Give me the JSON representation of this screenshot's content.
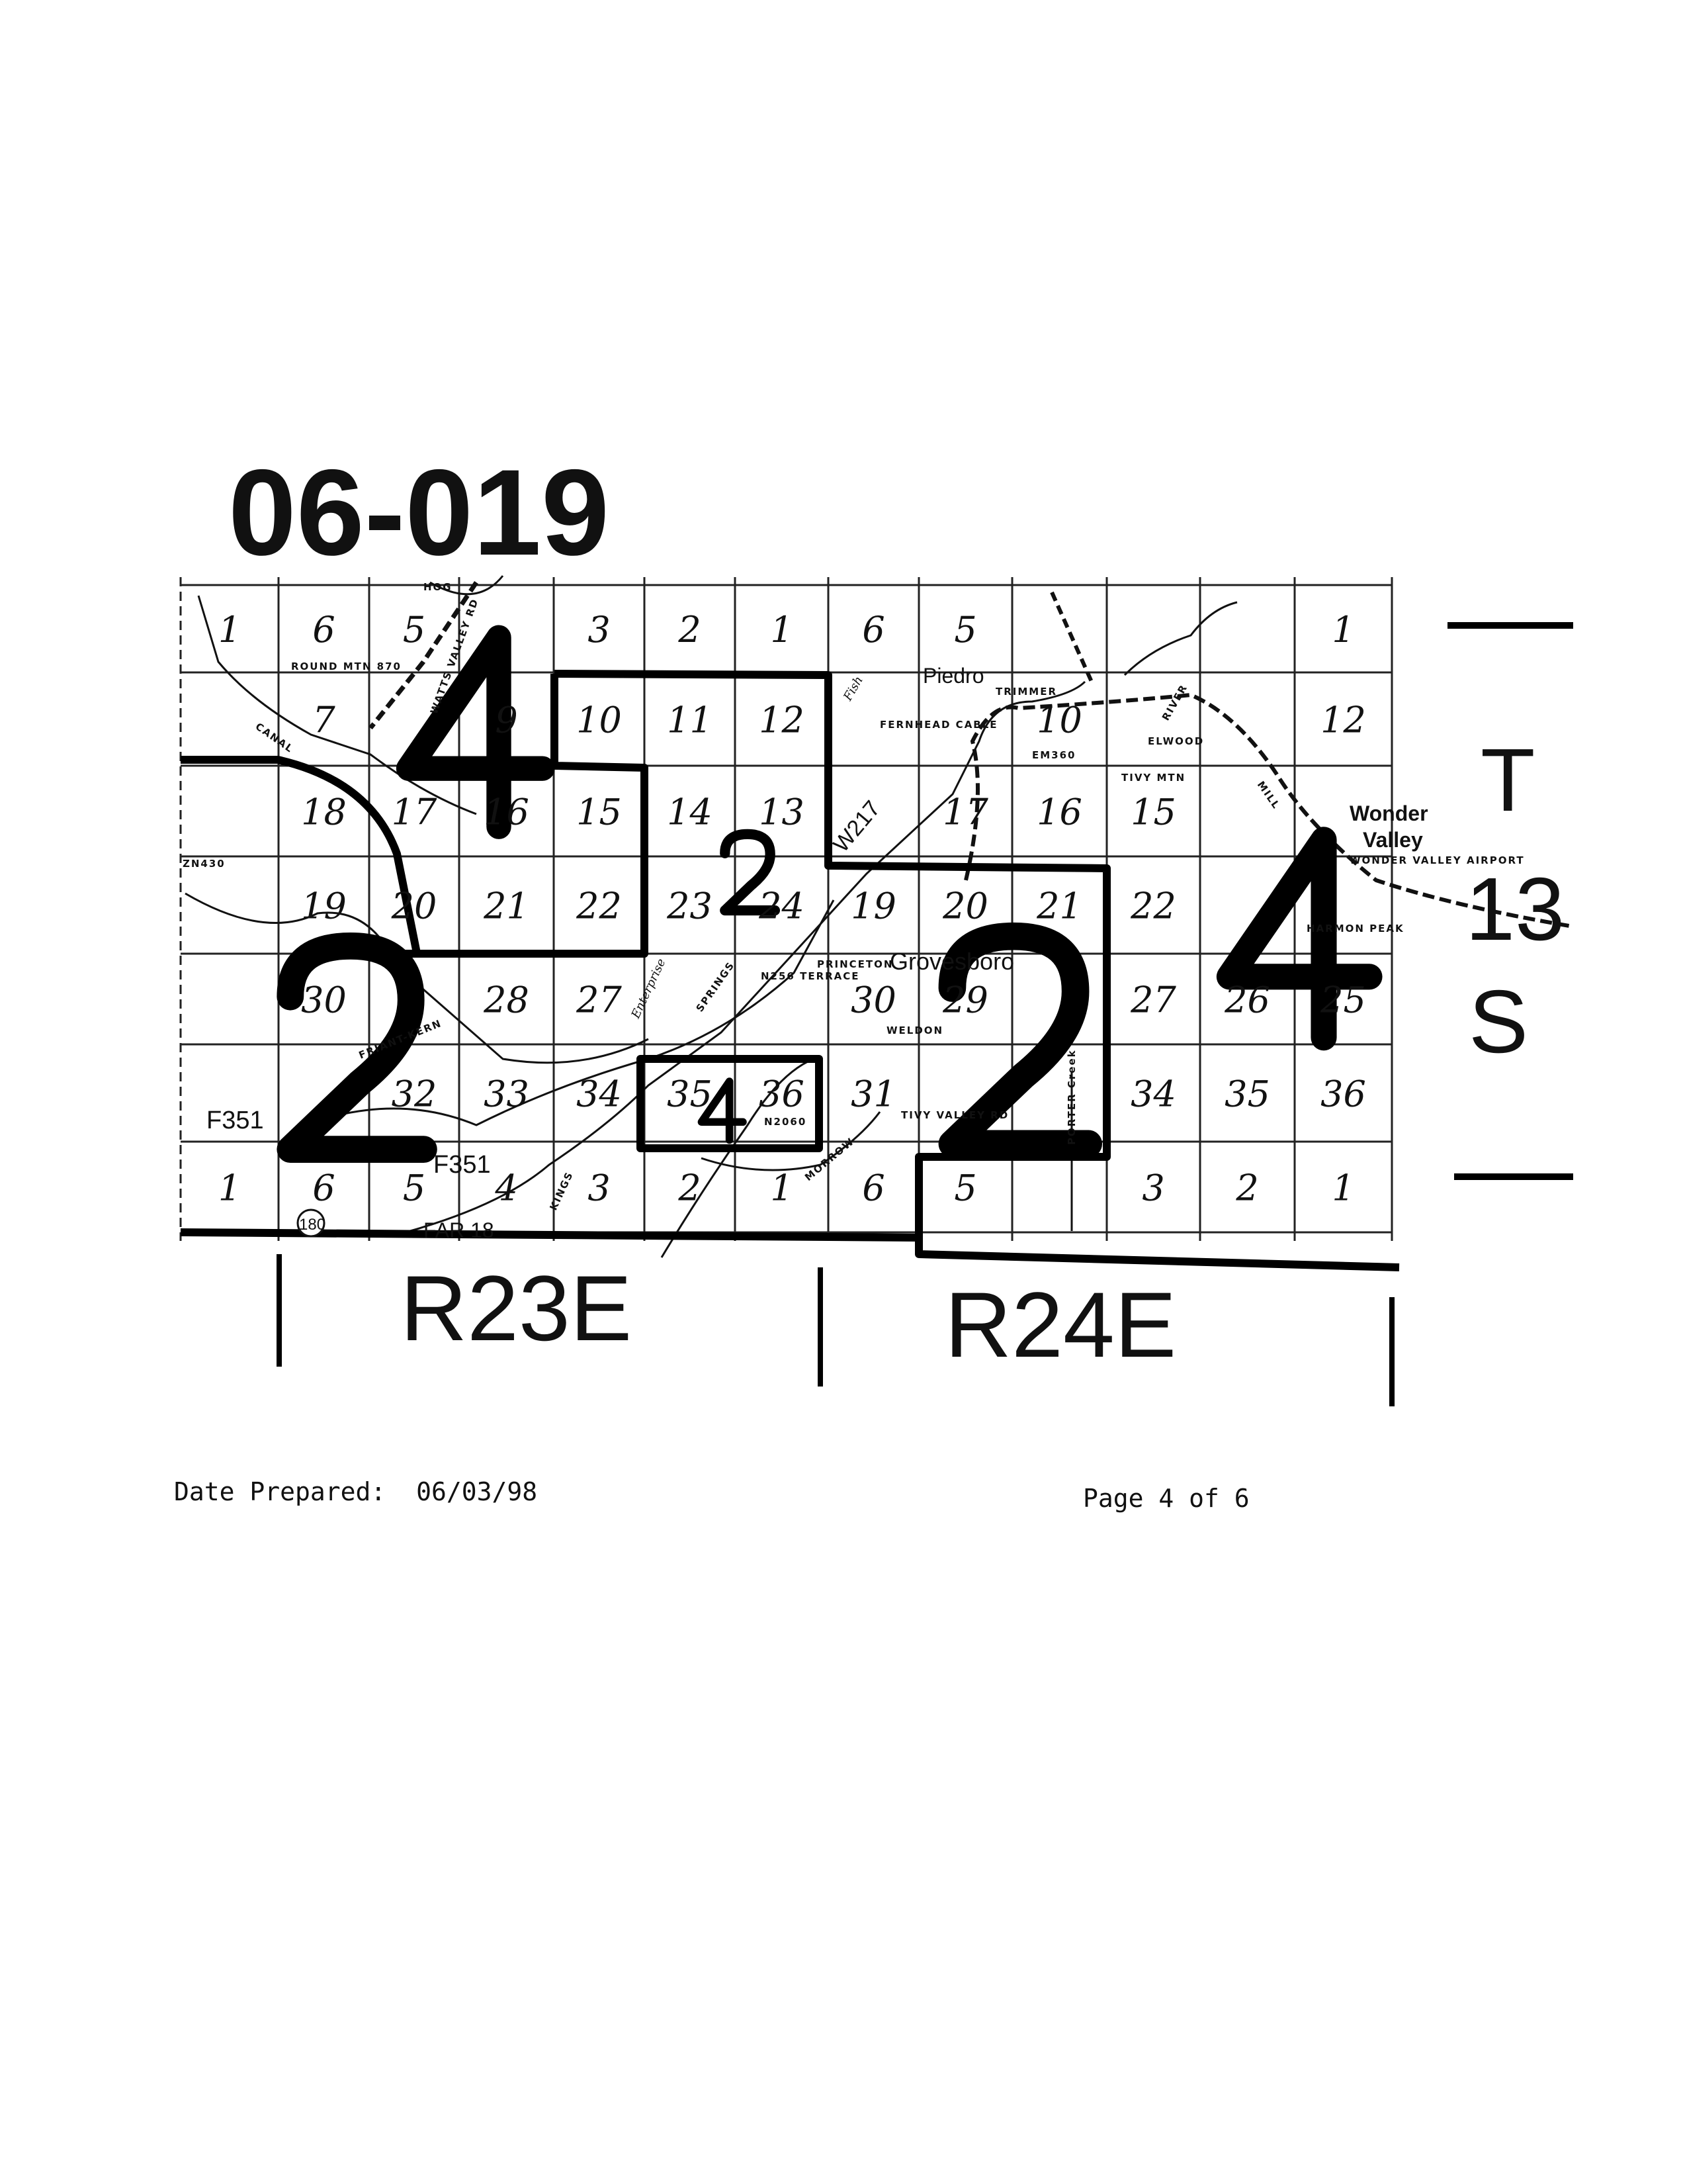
{
  "document_id": "06-019",
  "township": {
    "letter": "T",
    "number": "13",
    "direction": "S"
  },
  "ranges": [
    "R23E",
    "R24E"
  ],
  "area_codes": {
    "large_4": "4",
    "large_2_left": "2",
    "small_2": "2",
    "small_4": "4",
    "large_2_right": "2",
    "large_4_right": "4"
  },
  "sections": [
    "1",
    "6",
    "5",
    "3",
    "2",
    "1",
    "6",
    "5",
    "1",
    "7",
    "9",
    "10",
    "11",
    "12",
    "10",
    "12",
    "18",
    "17",
    "16",
    "15",
    "14",
    "13",
    "17",
    "16",
    "15",
    "19",
    "20",
    "21",
    "22",
    "23",
    "24",
    "19",
    "20",
    "21",
    "22",
    "30",
    "28",
    "27",
    "30",
    "29",
    "27",
    "26",
    "25",
    "32",
    "33",
    "34",
    "35",
    "36",
    "31",
    "34",
    "35",
    "36",
    "1",
    "6",
    "5",
    "4",
    "3",
    "2",
    "1",
    "6",
    "5",
    "3",
    "2",
    "1"
  ],
  "place_labels": {
    "piedro": "Piedro",
    "grovesboro": "Grovesboro",
    "wonder_valley_1": "Wonder",
    "wonder_valley_2": "Valley",
    "round_mtn": "ROUND MTN 870",
    "canal": "CANAL",
    "friant_kern": "FRIANT-KERN",
    "f351_left": "F351",
    "f351_center": "F351",
    "w217": "W217",
    "river": "RIVER",
    "elwood": "ELWOOD",
    "tivy_mtn": "TIVY MTN",
    "harmon_peak": "HARMON PEAK",
    "airport": "WONDER VALLEY AIRPORT",
    "morrow": "MORROW",
    "kings": "KINGS",
    "route_180": "180",
    "far_18": "FAR 18",
    "tivy_valley_rd": "TIVY VALLEY RD",
    "princeton": "PRINCETON",
    "terrace": "N256 TERRACE",
    "weldon": "WELDON",
    "trimmer": "TRIMMER",
    "em360": "EM360",
    "springs": "SPRINGS",
    "enterprise": "Enterprise",
    "hog": "HOG",
    "n2060": "N2060",
    "mill": "MILL",
    "porter_creek": "PORTER Creek",
    "fish": "Fish",
    "ferncable": "FERNHEAD CABLE",
    "watts_valley": "WATTS VALLEY RD",
    "zn430": "ZN430"
  },
  "footer": {
    "date_label": "Date Prepared:",
    "date_value": "06/03/98",
    "page": "Page 4 of 6"
  }
}
